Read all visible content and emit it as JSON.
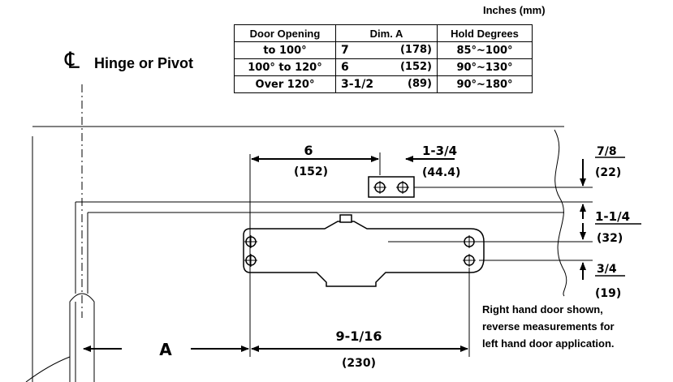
{
  "units_label": "Inches (mm)",
  "table": {
    "headers": [
      "Door Opening",
      "Dim. A",
      "Hold Degrees"
    ],
    "rows": [
      {
        "opening": "to 100°",
        "dim_in": "7",
        "dim_mm": "(178)",
        "hold": "85°~100°"
      },
      {
        "opening": "100° to 120°",
        "dim_in": "6",
        "dim_mm": "(152)",
        "hold": "90°~130°"
      },
      {
        "opening": "Over 120°",
        "dim_in": "3-1/2",
        "dim_mm": "(89)",
        "hold": "90°~180°"
      }
    ]
  },
  "centerline_label": "Hinge or Pivot",
  "centerline_symbol": "℄",
  "dimensions": {
    "bracket_offset_in": "6",
    "bracket_offset_mm": "(152)",
    "bracket_width_in": "1-3/4",
    "bracket_width_mm": "(44.4)",
    "top_offset_in": "7/8",
    "top_offset_mm": "(22)",
    "frame_gap_in": "1-1/4",
    "frame_gap_mm": "(32)",
    "body_offset_in": "3/4",
    "body_offset_mm": "(19)",
    "body_length_in": "9-1/16",
    "body_length_mm": "(230)",
    "a_label": "A"
  },
  "note": [
    "Right hand door shown,",
    "reverse measurements for",
    "left hand door application."
  ]
}
